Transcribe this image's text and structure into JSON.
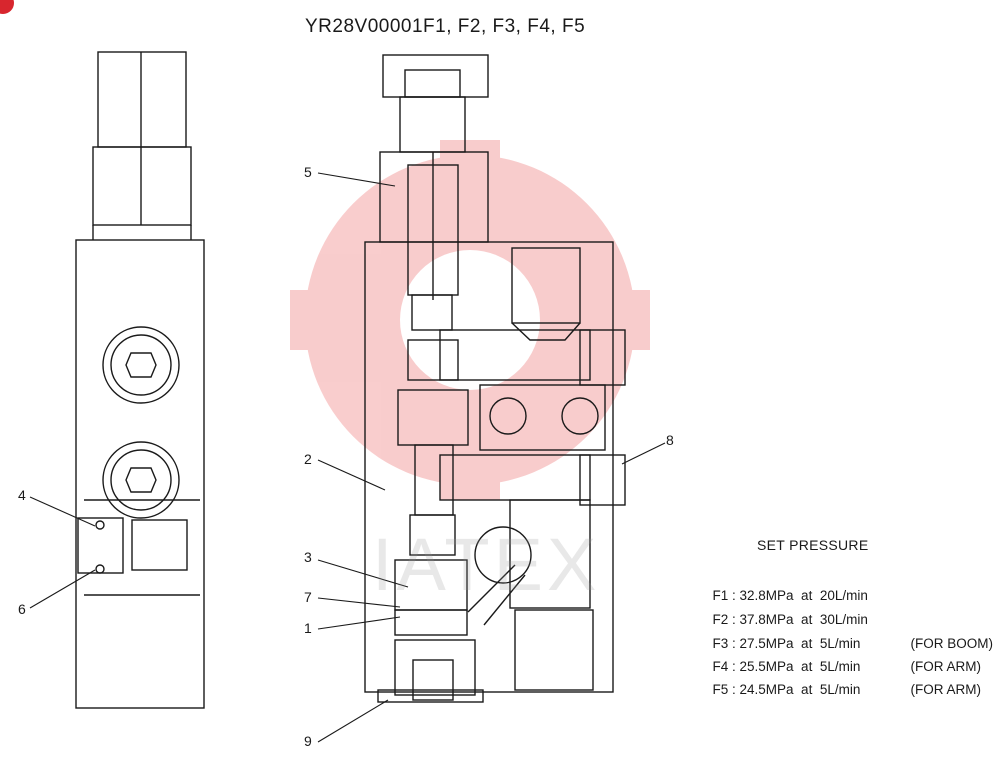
{
  "title": "YR28V00001F1, F2, F3, F4, F5",
  "callouts": {
    "c1": "1",
    "c2": "2",
    "c3": "3",
    "c4": "4",
    "c5": "5",
    "c6": "6",
    "c7": "7",
    "c8": "8",
    "c9": "9"
  },
  "watermark": "IATEX",
  "set_pressure": {
    "heading": "SET PRESSURE",
    "rows": [
      {
        "spec": "F1 : 32.8MPa  at  20L/min",
        "note": ""
      },
      {
        "spec": "F2 : 37.8MPa  at  30L/min",
        "note": ""
      },
      {
        "spec": "F3 : 27.5MPa  at  5L/min",
        "note": "(FOR BOOM)"
      },
      {
        "spec": "F4 : 25.5MPa  at  5L/min",
        "note": "(FOR ARM)"
      },
      {
        "spec": "F5 : 24.5MPa  at  5L/min",
        "note": "(FOR ARM)"
      }
    ]
  },
  "colors": {
    "line": "#1a1a1a",
    "watermark": "#e94b4b",
    "badge": "#d8262e"
  }
}
